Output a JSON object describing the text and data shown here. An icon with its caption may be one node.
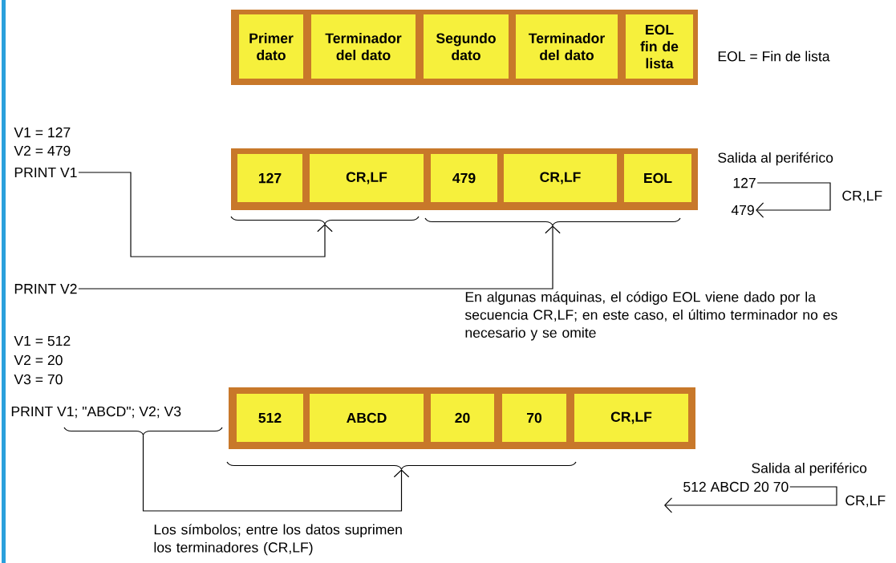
{
  "diagram": {
    "nodes": [
      {
        "text": [],
        "shape": "bar"
      },
      {
        "text": [
          "Primer dato"
        ],
        "in": 0
      },
      {
        "text": [
          "Terminador del dato"
        ],
        "in": 0
      },
      {
        "text": [
          "Segundo dato"
        ],
        "in": 0
      },
      {
        "text": [
          "Terminador del dato"
        ],
        "in": 0
      },
      {
        "text": [
          "EOL fin de lista"
        ],
        "in": 0
      },
      {
        "text": [
          "PRINT V1"
        ]
      },
      {
        "text": [],
        "shape": "bar"
      },
      {
        "text": [
          "127"
        ],
        "in": 7
      },
      {
        "text": [
          "CR,LF"
        ],
        "in": 7
      },
      {
        "text": [
          "479"
        ],
        "in": 7
      },
      {
        "text": [
          "CR,LF"
        ],
        "in": 7
      },
      {
        "text": [
          "EOL"
        ],
        "in": 7
      },
      {
        "text": [
          "127"
        ]
      },
      {
        "text": [
          "479"
        ]
      },
      {
        "text": [],
        "shape": "brace"
      },
      {
        "text": [],
        "shape": "brace"
      },
      {
        "text": [
          "PRINT V2"
        ]
      },
      {
        "text": [
          "PRINT V1; \"ABCD\"; V2; V3"
        ]
      },
      {
        "text": [],
        "shape": "brace"
      },
      {
        "text": [],
        "shape": "bar"
      },
      {
        "text": [
          "512"
        ],
        "in": 20
      },
      {
        "text": [
          "ABCD"
        ],
        "in": 20
      },
      {
        "text": [
          "20"
        ],
        "in": 20
      },
      {
        "text": [
          "70"
        ],
        "in": 20
      },
      {
        "text": [
          "CR,LF"
        ],
        "in": 20
      },
      {
        "text": [],
        "shape": "brace"
      },
      {
        "text": [
          "512 ABCD 20 70"
        ]
      }
    ],
    "edges": [
      {
        "from": 6,
        "to": 15,
        "arrow": "to"
      },
      {
        "from": 17,
        "to": 16,
        "arrow": "to"
      },
      {
        "from": 13,
        "to": 14,
        "arrow": "to",
        "label": "CR,LF"
      },
      {
        "from": 19,
        "to": 26,
        "arrow": "to"
      },
      {
        "from": 27,
        "to": null,
        "arrow": "to",
        "label": "CR,LF"
      }
    ],
    "labels": [
      "EOL = Fin de lista",
      "V1 = 127",
      "V2 = 479",
      "Salida al periférico",
      "En algunas máquinas, el código EOL viene dado por la secuencia CR,LF; en este caso, el último terminador no es necesario y se omite",
      "V1 = 512",
      "V2 = 20",
      "V3 = 70",
      "Salida al periférico",
      "Los símbolos; entre los datos suprimen los terminadores (CR,LF)"
    ]
  }
}
